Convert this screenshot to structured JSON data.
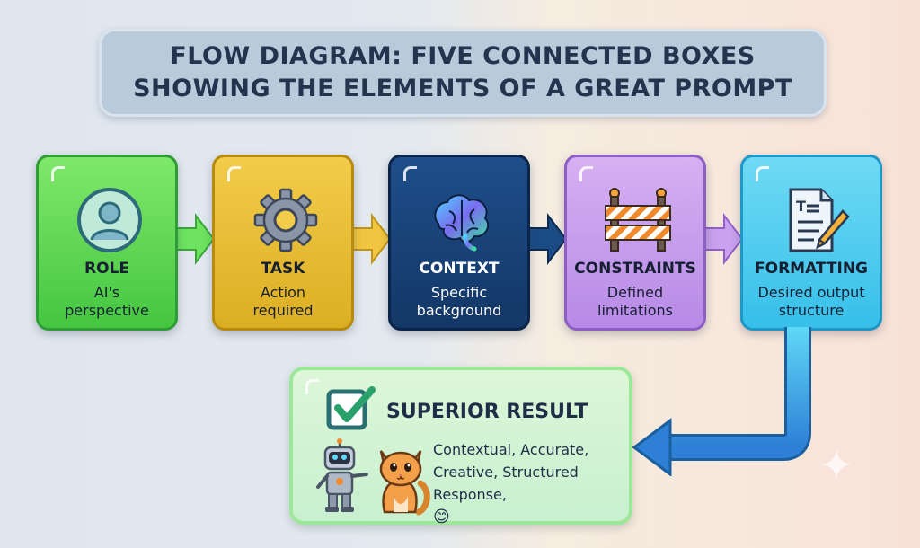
{
  "title": {
    "line1": "FLOW DIAGRAM: FIVE CONNECTED BOXES",
    "line2": "SHOWING THE ELEMENTS OF A GREAT PROMPT"
  },
  "steps": [
    {
      "label": "ROLE",
      "desc1": "AI's",
      "desc2": "perspective",
      "icon": "user-avatar-icon",
      "color": "#45c640"
    },
    {
      "label": "TASK",
      "desc1": "Action",
      "desc2": "required",
      "icon": "gear-icon",
      "color": "#dcae22"
    },
    {
      "label": "CONTEXT",
      "desc1": "Specific",
      "desc2": "background",
      "icon": "brain-icon",
      "color": "#133766"
    },
    {
      "label": "CONSTRAINTS",
      "desc1": "Defined",
      "desc2": "limitations",
      "icon": "barrier-icon",
      "color": "#b78ae6"
    },
    {
      "label": "FORMATTING",
      "desc1": "Desired output",
      "desc2": "structure",
      "icon": "document-pencil-icon",
      "color": "#36bfe9"
    }
  ],
  "result": {
    "title": "SUPERIOR RESULT",
    "line1": "Contextual, Accurate,",
    "line2": "Creative, Structured",
    "line3": "Response,",
    "emoji": "😊",
    "icons": [
      "checkbox-check-icon",
      "robot-icon",
      "cat-icon"
    ]
  }
}
